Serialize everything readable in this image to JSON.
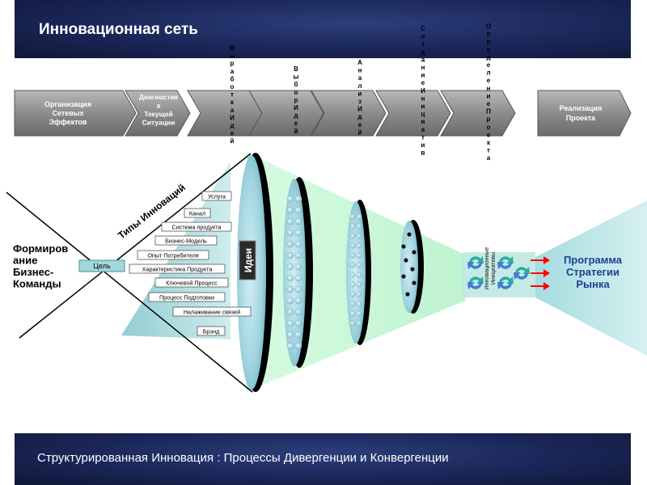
{
  "header": {
    "title": "Инновационная сеть"
  },
  "footer": {
    "subtitle": "Структурированная Инновация : Процессы Дивергенции и Конвергенции"
  },
  "process": {
    "first_lines": [
      "Организация",
      "Сетевых",
      "Эффектов"
    ],
    "second_lines": [
      "Диагностик",
      "а",
      "Текущей",
      "Ситуации"
    ],
    "last_lines": [
      "Реализация",
      "Проекта"
    ]
  },
  "stages": [
    {
      "label": "Выработка Идей"
    },
    {
      "label": "Выбор Идей"
    },
    {
      "label": "Анализ Идей"
    },
    {
      "label": "Создание Инициатив"
    },
    {
      "label": "Определение Проекта"
    }
  ],
  "left_label_lines": [
    "Формиров",
    "ание",
    "Бизнес-",
    "Команды"
  ],
  "goal_label": "Цель",
  "types_title": "Типы Инноваций",
  "innovation_types": [
    "Услуга",
    "Канал",
    "Система продукта",
    "Бизнес-Модель",
    "Опыт Потребителя",
    "Характеристика Продукта",
    "Ключевой Процесс",
    "Процесс Подготовки",
    "Налаживание связей",
    "Брэнд"
  ],
  "ideas_label": "Идеи",
  "initiatives_lines": [
    "Инновационные",
    "Инициативы"
  ],
  "result_lines": [
    "Программа",
    "Стратегии",
    "Рынка"
  ],
  "colors": {
    "banner": "#1a2658",
    "process_arrow": "#8a8a8a",
    "funnel": "#ccf7d8",
    "disc": "#a8d9e4",
    "result_trapezoid": "#bfe5e8",
    "triangle": "#8ecbd0",
    "result_text": "#1f3f8f",
    "red_arrow": "#ff0000"
  }
}
